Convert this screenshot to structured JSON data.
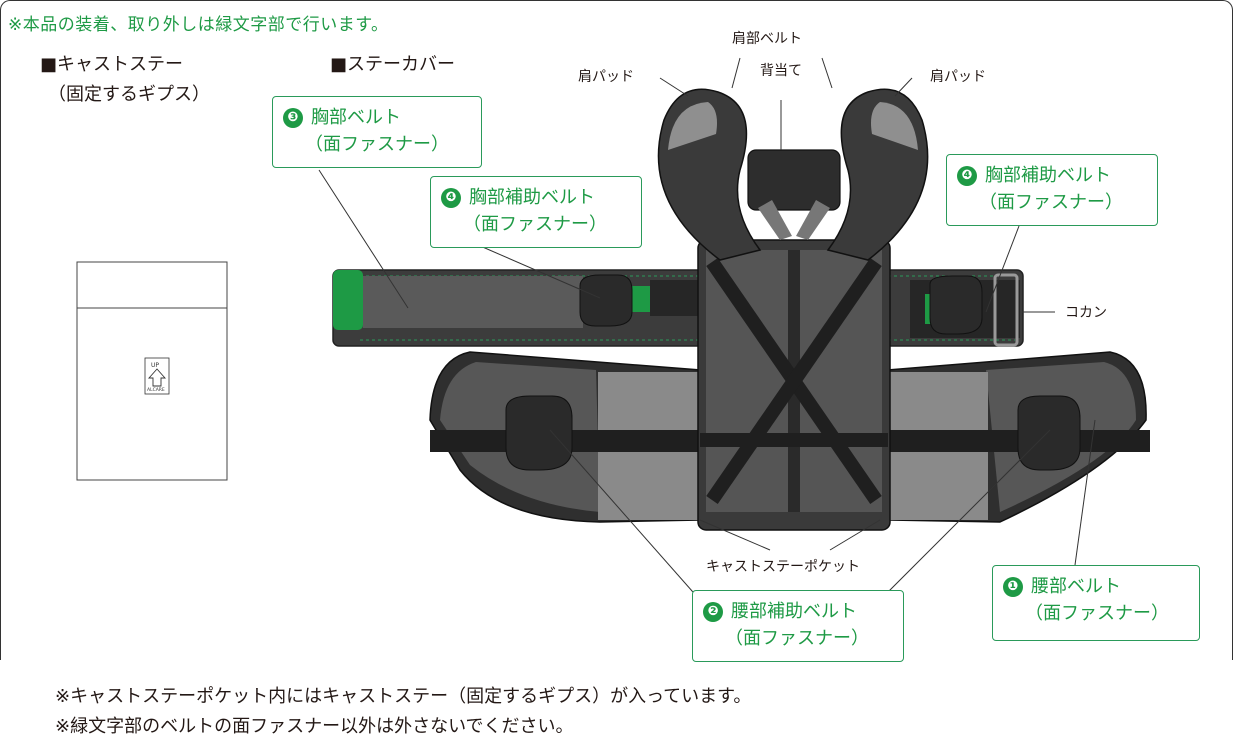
{
  "top_note": "※本品の装着、取り外しは緑文字部で行います。",
  "cast_stay": {
    "title": "■キャストステー",
    "subtitle": "（固定するギプス）"
  },
  "stay_cover": {
    "title": "■ステーカバー",
    "tag": {
      "up": "UP",
      "brand": "ALCARE"
    }
  },
  "part_labels": {
    "shoulder_belt": "肩部ベルト",
    "back_pad": "背当て",
    "shoulder_pad_left": "肩パッド",
    "shoulder_pad_right": "肩パッド",
    "kokan": "コカン",
    "cast_pocket": "キャストステーポケット"
  },
  "green_labels": [
    {
      "num": "❸",
      "name": "胸部ベルト",
      "sub": "（面ファスナー）"
    },
    {
      "num": "❹",
      "name": "胸部補助ベルト",
      "sub": "（面ファスナー）"
    },
    {
      "num": "❹",
      "name": "胸部補助ベルト",
      "sub": "（面ファスナー）"
    },
    {
      "num": "❷",
      "name": "腰部補助ベルト",
      "sub": "（面ファスナー）"
    },
    {
      "num": "❶",
      "name": "腰部ベルト",
      "sub": "（面ファスナー）"
    }
  ],
  "footnotes": [
    "※キャストステーポケット内にはキャストステー（固定するギプス）が入っています。",
    "※緑文字部のベルトの面ファスナー以外は外さないでください。"
  ],
  "colors": {
    "accent_green": "#1e9a45",
    "belt_dark": "#2e2e2e",
    "belt_mid": "#575757",
    "belt_light": "#8f8f8f"
  }
}
